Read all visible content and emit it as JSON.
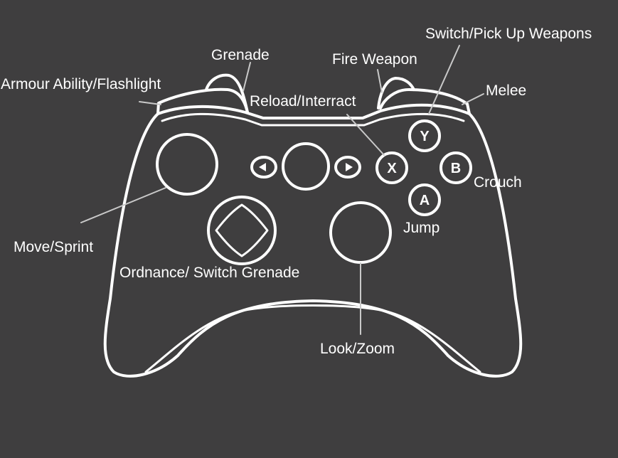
{
  "labels": {
    "switch_pick_up": "Switch/Pick Up Weapons",
    "grenade": "Grenade",
    "fire_weapon": "Fire Weapon",
    "armour_ability": "Armour Ability/Flashlight",
    "melee": "Melee",
    "reload_interact": "Reload/Interract",
    "crouch": "Crouch",
    "move_sprint": "Move/Sprint",
    "jump": "Jump",
    "ordnance": "Ordnance/ Switch Grenade",
    "look_zoom": "Look/Zoom"
  },
  "buttons": {
    "y": "Y",
    "x": "X",
    "b": "B",
    "a": "A"
  },
  "colors": {
    "background": "#3f3e3f",
    "outline": "#ffffff",
    "leader": "#c9c9c9"
  }
}
